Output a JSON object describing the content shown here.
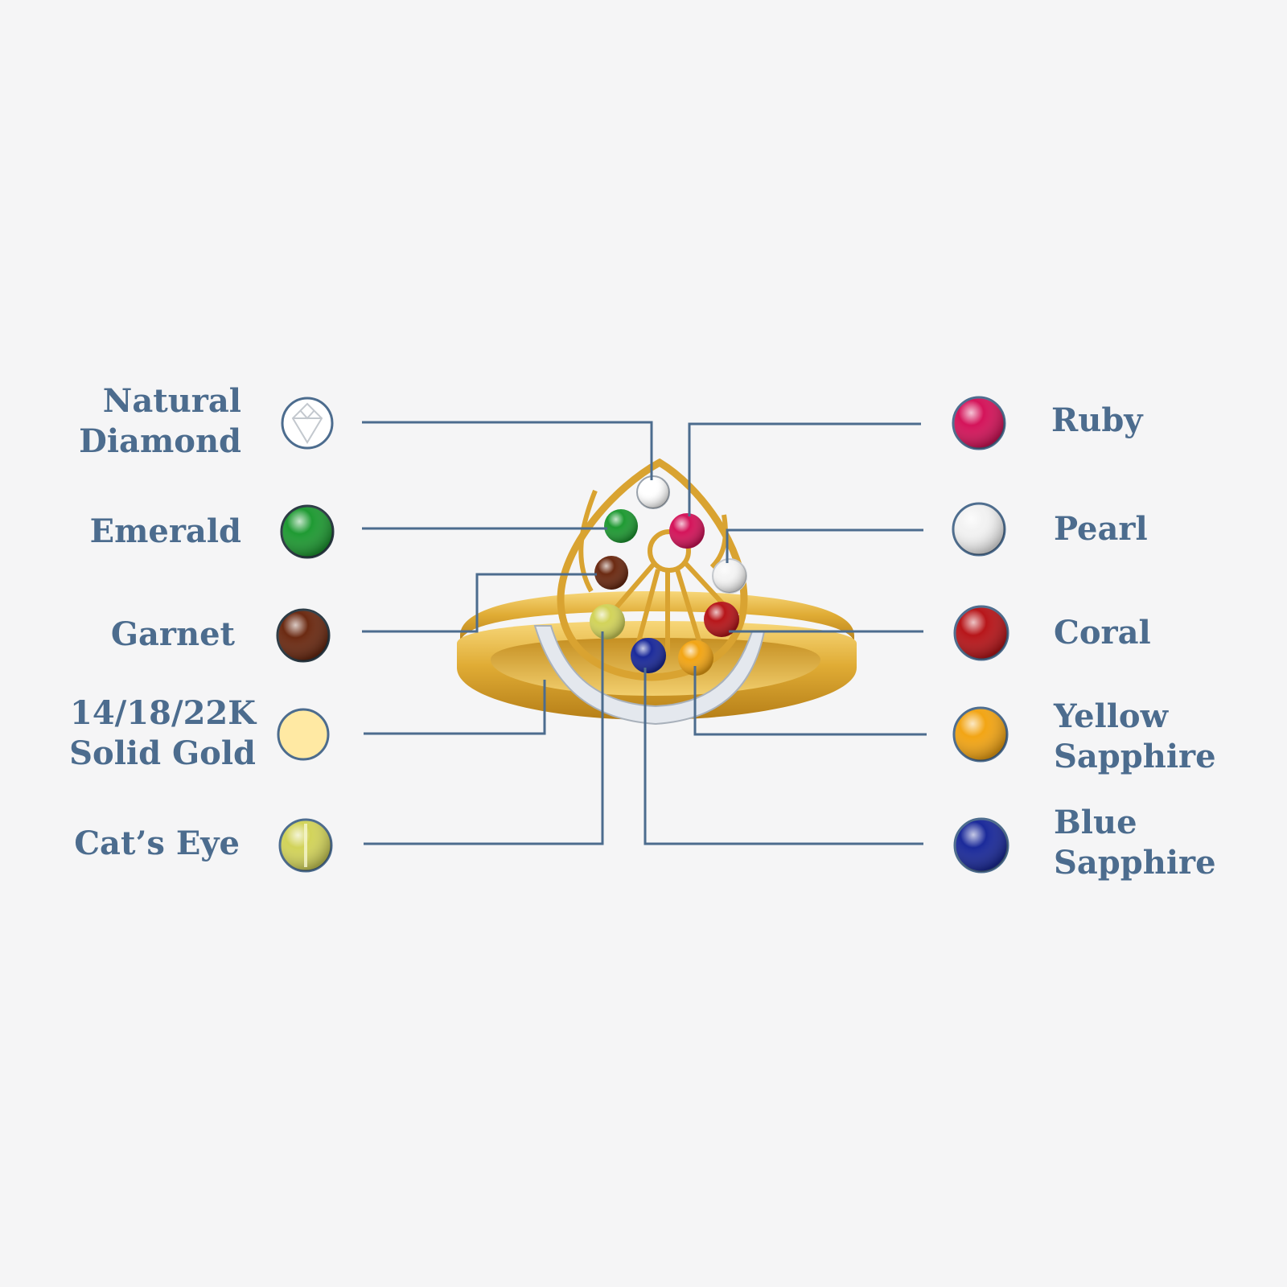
{
  "colors": {
    "background": "#f5f5f6",
    "label_text": "#4c6c8e",
    "leader_line": "#4c6c8e",
    "gold": "#e2b13f",
    "white_gold": "#dfe3e8"
  },
  "left_legend": [
    {
      "id": "natural-diamond",
      "lines": [
        "Natural",
        "Diamond"
      ],
      "color": "#ffffff",
      "icon": "diamond-gem-icon"
    },
    {
      "id": "emerald",
      "lines": [
        "Emerald"
      ],
      "color": "#1f9a33",
      "icon": "emerald-gem-icon"
    },
    {
      "id": "garnet",
      "lines": [
        "Garnet"
      ],
      "color": "#6b2a12",
      "icon": "garnet-gem-icon"
    },
    {
      "id": "solid-gold",
      "lines": [
        "14/18/22K",
        "Solid Gold"
      ],
      "color": "#ffe9a3",
      "icon": "gold-swatch-icon"
    },
    {
      "id": "cats-eye",
      "lines": [
        "Cat’s Eye"
      ],
      "color": "#d2d35a",
      "icon": "cats-eye-gem-icon"
    }
  ],
  "right_legend": [
    {
      "id": "ruby",
      "lines": [
        "Ruby"
      ],
      "color": "#d4145a",
      "icon": "ruby-gem-icon"
    },
    {
      "id": "pearl",
      "lines": [
        "Pearl"
      ],
      "color": "#f2f2f2",
      "icon": "pearl-gem-icon"
    },
    {
      "id": "coral",
      "lines": [
        "Coral"
      ],
      "color": "#b7161a",
      "icon": "coral-gem-icon"
    },
    {
      "id": "yellow-sapphire",
      "lines": [
        "Yellow",
        "Sapphire"
      ],
      "color": "#f2a515",
      "icon": "yellow-sapphire-gem-icon"
    },
    {
      "id": "blue-sapphire",
      "lines": [
        "Blue",
        "Sapphire"
      ],
      "color": "#1b2a9a",
      "icon": "blue-sapphire-gem-icon"
    }
  ]
}
